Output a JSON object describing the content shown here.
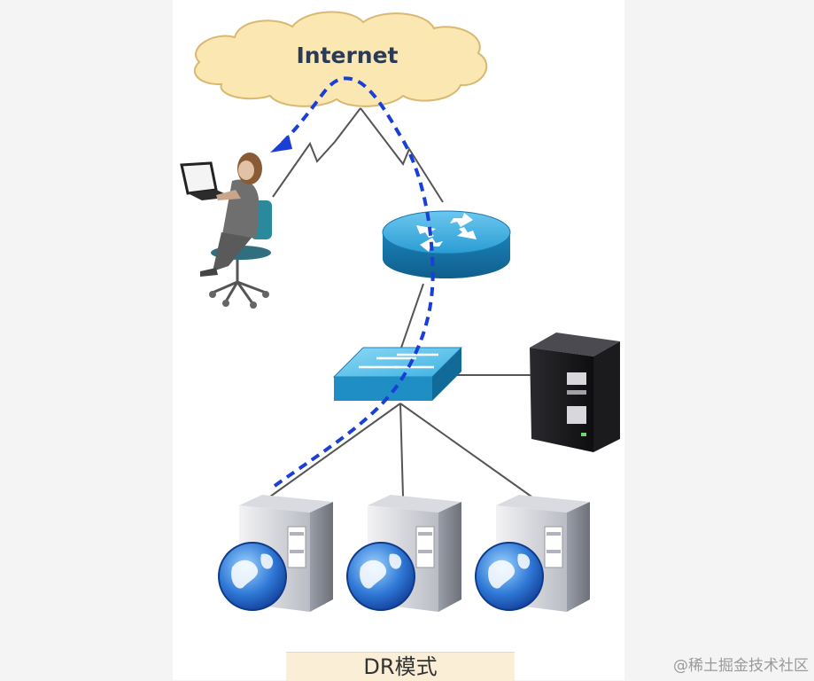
{
  "diagram": {
    "cloud_label": "Internet",
    "caption": "DR模式",
    "watermark": "@稀土掘金技术社区"
  },
  "colors": {
    "cloud_fill": "#fbe7b2",
    "router_blue": "#1f8ec4",
    "switch_blue": "#29a3d6",
    "packet_path": "#1a3ed8",
    "link_line": "#555555"
  },
  "icons": {
    "client": "user-at-laptop-icon",
    "router": "router-icon",
    "switch": "switch-icon",
    "director": "load-balancer-server-icon",
    "real_server": "web-server-globe-icon"
  }
}
